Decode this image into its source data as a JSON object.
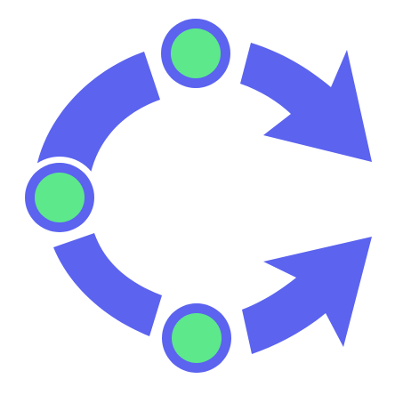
{
  "icon": {
    "name": "cycle-arrows-icon",
    "colors": {
      "arc": "#5b63ef",
      "node_fill": "#5de88c",
      "node_ring": "#5b63ef",
      "background": "#ffffff"
    },
    "nodes": [
      "top-node",
      "left-node",
      "bottom-node"
    ]
  }
}
